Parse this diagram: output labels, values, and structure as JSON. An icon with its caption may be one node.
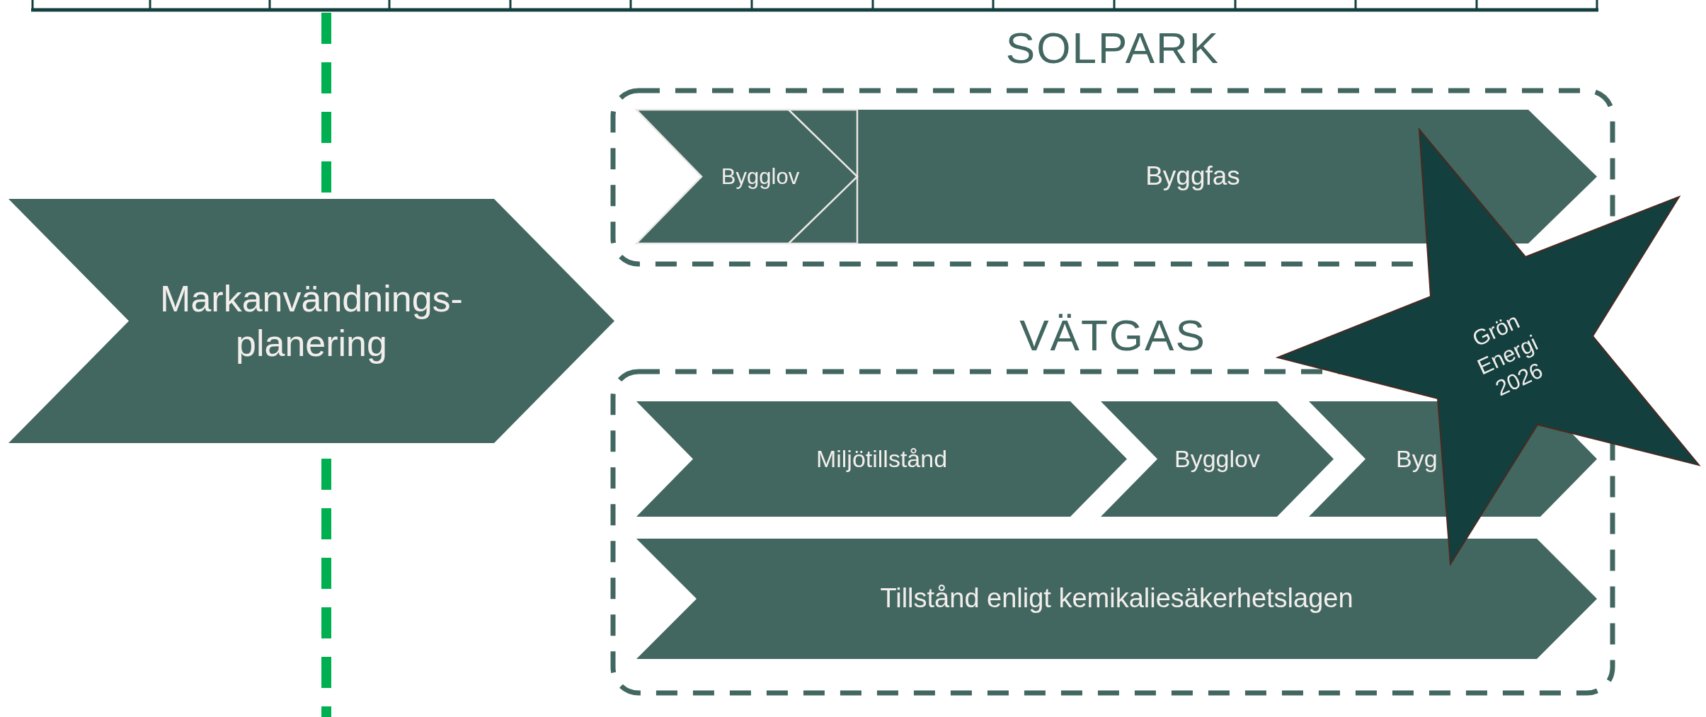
{
  "diagram": {
    "nodes": [
      {
        "text": [
          "Markanvändnings- planering"
        ]
      },
      {
        "text": [
          "SOLPARK"
        ]
      },
      {
        "text": [
          "Bygglov"
        ],
        "in": 1
      },
      {
        "text": [
          "Byggfas"
        ],
        "in": 1
      },
      {
        "text": [
          "VÄTGAS"
        ]
      },
      {
        "text": [
          "Miljötillstånd"
        ],
        "in": 4
      },
      {
        "text": [
          "Bygglov"
        ],
        "in": 4
      },
      {
        "text": [
          "Byg"
        ]
      },
      {
        "text": [
          "Tillstånd enligt kemikaliesäkerhetslagen"
        ],
        "in": 4
      },
      {
        "text": [
          "Grön Energi 2026"
        ]
      }
    ],
    "edges": []
  }
}
